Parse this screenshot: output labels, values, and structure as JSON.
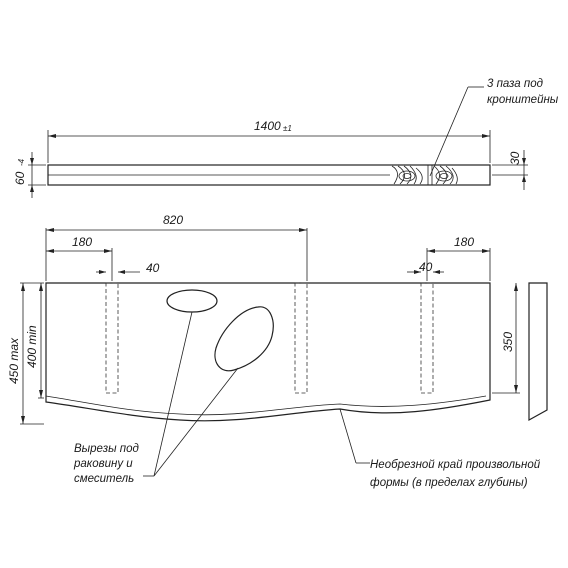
{
  "top_view": {
    "length_label": "1400",
    "length_tolerance": "±1",
    "thickness_label": "60",
    "thickness_tolerance": "-4",
    "groove_label": "30",
    "groove_note_line1": "3 паза  под",
    "groove_note_line2": "кронштейны"
  },
  "plan_view": {
    "dim_820": "820",
    "dim_180_left": "180",
    "dim_40_left": "40",
    "dim_40_right": "40",
    "dim_180_right": "180",
    "dim_450": "450 max",
    "dim_400": "400 min",
    "dim_350": "350"
  },
  "notes": {
    "cutouts_line1": "Вырезы под",
    "cutouts_line2": "раковину и",
    "cutouts_line3": "смеситель",
    "edge_line1": "Необрезной край произвольной",
    "edge_line2": "формы (в пределах глубины)"
  }
}
